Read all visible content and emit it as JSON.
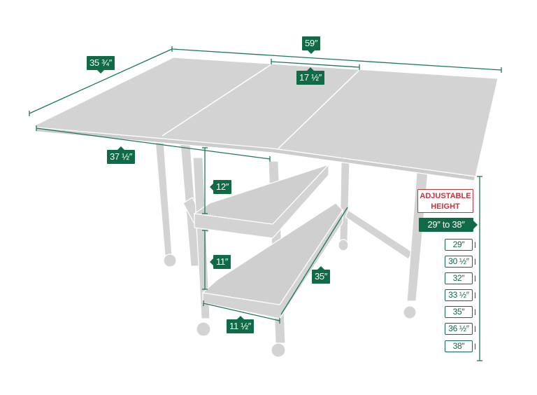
{
  "diagram": {
    "subject": "Drop-leaf sewing/craft table with adjustable height and two shelves",
    "colors": {
      "dimension_line": "#1a7a52",
      "tag_fill": "#0f6b45",
      "tag_text": "#ffffff",
      "furniture_fill": "#d3d3d3",
      "furniture_edge": "#ffffff",
      "adjustable_label": "#c8323c"
    },
    "dimensions": {
      "top_width": "59″",
      "top_depth": "35 ¾″",
      "center_panel_width": "17 ½″",
      "leaf_edge_length": "37 ½″",
      "upper_shelf_clearance": "12″",
      "lower_shelf_clearance": "11″",
      "shelf_length": "35″",
      "shelf_depth": "11 ½″"
    },
    "adjustable_height": {
      "title_line1": "ADJUSTABLE",
      "title_line2": "HEIGHT",
      "range": "29″ to 38″",
      "options": [
        "29″",
        "30 ½″",
        "32″",
        "33 ½″",
        "35″",
        "36 ½″",
        "38″"
      ]
    }
  }
}
